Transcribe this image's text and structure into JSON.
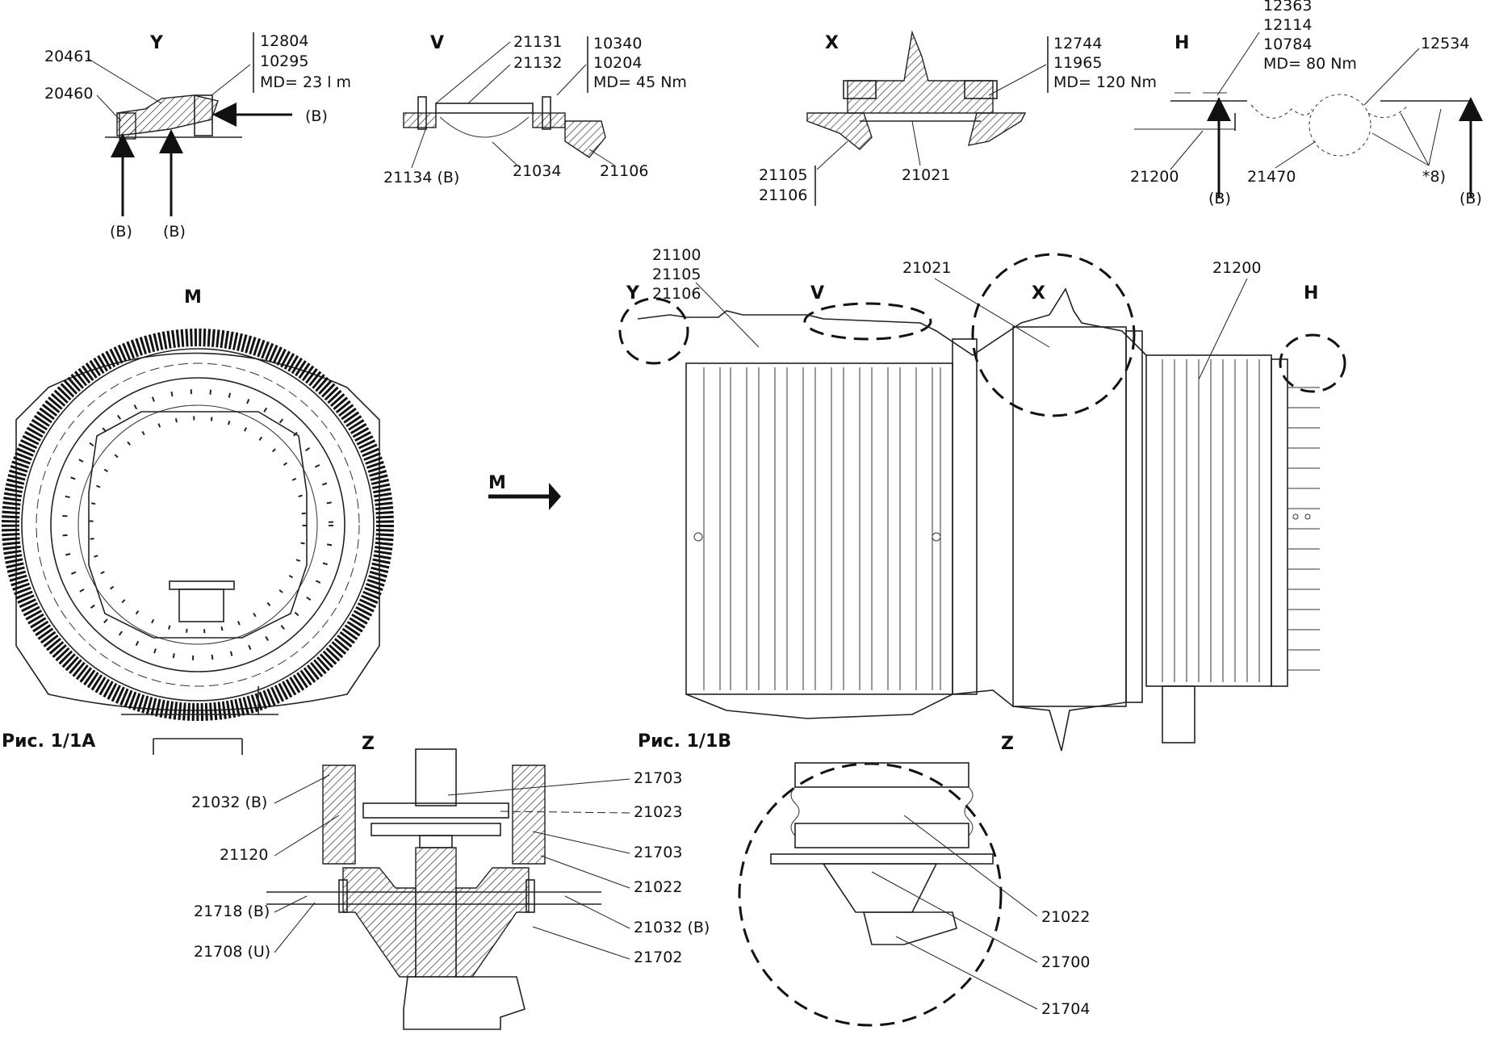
{
  "figures": {
    "fig_a": "Рис.  1/1A",
    "fig_b": "Рис.  1/1B"
  },
  "views": {
    "Y": "Y",
    "V": "V",
    "X": "X",
    "H": "H",
    "M": "M",
    "Z": "Z",
    "M_arrow": "M"
  },
  "detail_y": {
    "labels": [
      "20461",
      "20460",
      "12804",
      "10295"
    ],
    "torque": "MD= 23 l m",
    "arrow_labels": [
      "(B)",
      "(B)",
      "(B)"
    ]
  },
  "detail_v": {
    "labels": [
      "21131",
      "21132",
      "10340",
      "10204",
      "21134 (B)",
      "21034",
      "21106"
    ],
    "torque": "MD= 45 Nm"
  },
  "detail_x": {
    "labels": [
      "12744",
      "11965",
      "21105",
      "21106",
      "21021"
    ],
    "torque": "MD= 120 Nm"
  },
  "detail_h": {
    "labels": [
      "12363",
      "12114",
      "10784",
      "12534",
      "21200",
      "21470",
      "*8)"
    ],
    "torque": "MD= 80 Nm",
    "arrow_labels": [
      "(B)",
      "(B)"
    ]
  },
  "main_view": {
    "labels": [
      "21100",
      "21105",
      "21106",
      "21021",
      "21200"
    ],
    "view_letters": [
      "Y",
      "V",
      "X",
      "H"
    ]
  },
  "detail_z_left": {
    "labels_left": [
      "21032 (B)",
      "21120",
      "21718 (B)",
      "21708 (U)"
    ],
    "labels_right": [
      "21703",
      "21023",
      "21703",
      "21022",
      "21032 (B)",
      "21702"
    ]
  },
  "detail_z_right": {
    "labels": [
      "21022",
      "21700",
      "21704"
    ]
  }
}
